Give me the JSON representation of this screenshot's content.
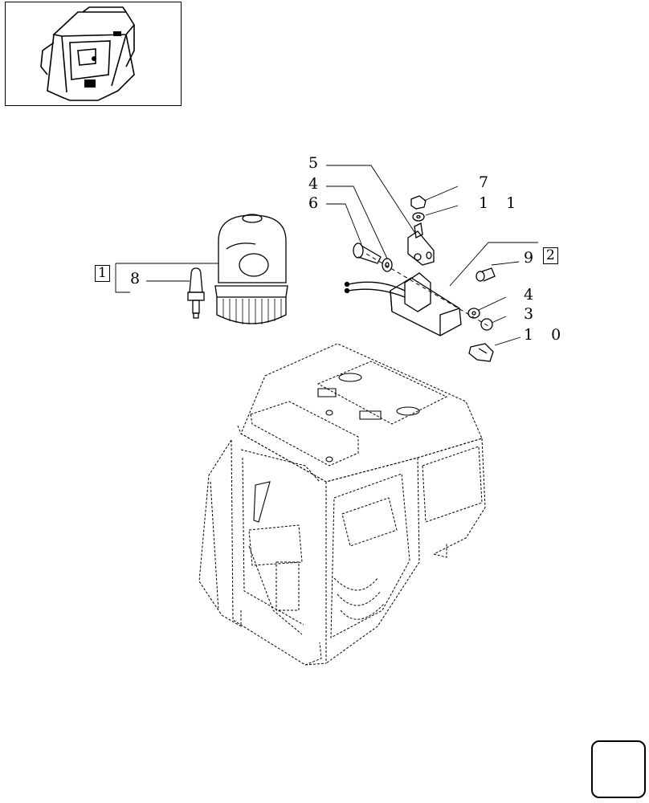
{
  "callouts": {
    "c5": "5",
    "c4a": "4",
    "c6": "6",
    "c7": "7",
    "c11": "1 1",
    "c9": "9",
    "c4b": "4",
    "c3": "3",
    "c10": "1 0",
    "c8": "8"
  },
  "boxed_refs": {
    "ref2": "2",
    "ref1": "1"
  },
  "icons": {
    "thumbnail": "cab-thumbnail-icon",
    "nav": "next-page-arrow-icon"
  }
}
